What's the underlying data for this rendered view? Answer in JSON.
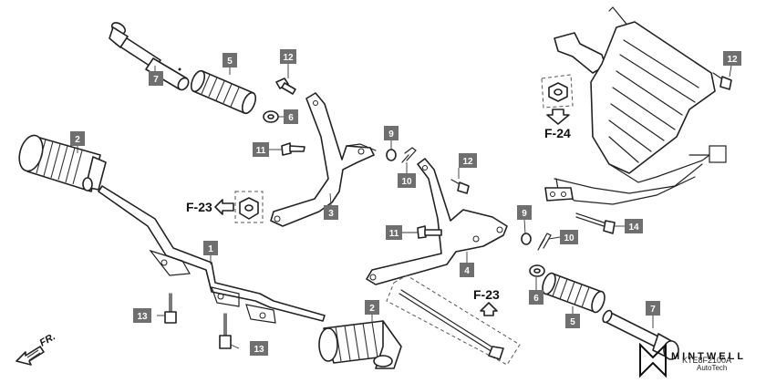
{
  "callouts": [
    {
      "id": "c7a",
      "label": "7"
    },
    {
      "id": "c5a",
      "label": "5"
    },
    {
      "id": "c12a",
      "label": "12"
    },
    {
      "id": "c6a",
      "label": "6"
    },
    {
      "id": "c11a",
      "label": "11"
    },
    {
      "id": "c3",
      "label": "3"
    },
    {
      "id": "c2a",
      "label": "2"
    },
    {
      "id": "c1",
      "label": "1"
    },
    {
      "id": "c13a",
      "label": "13"
    },
    {
      "id": "c13b",
      "label": "13"
    },
    {
      "id": "c9a",
      "label": "9"
    },
    {
      "id": "c10a",
      "label": "10"
    },
    {
      "id": "c12b",
      "label": "12"
    },
    {
      "id": "c11b",
      "label": "11"
    },
    {
      "id": "c4",
      "label": "4"
    },
    {
      "id": "c2b",
      "label": "2"
    },
    {
      "id": "c9b",
      "label": "9"
    },
    {
      "id": "c10b",
      "label": "10"
    },
    {
      "id": "c14",
      "label": "14"
    },
    {
      "id": "c6b",
      "label": "6"
    },
    {
      "id": "c5b",
      "label": "5"
    },
    {
      "id": "c7b",
      "label": "7"
    },
    {
      "id": "c12c",
      "label": "12"
    }
  ],
  "references": {
    "f23_left": "F-23",
    "f23_center": "F-23",
    "f24": "F-24"
  },
  "direction_label": "FR.",
  "diagram_code": "KTE8F2100A",
  "watermark": {
    "brand": "MINTWELL",
    "sub": "AutoTech"
  }
}
